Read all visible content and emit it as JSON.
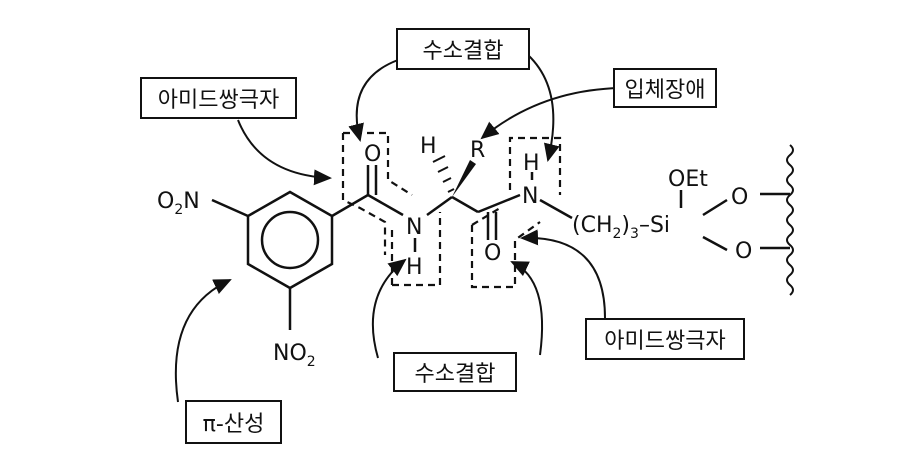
{
  "labels": {
    "hbond_top": "수소결합",
    "amide_dipole_left": "아미드쌍극자",
    "steric_hindrance": "입체장애",
    "amide_dipole_right": "아미드쌍극자",
    "hbond_bottom": "수소결합",
    "pi_acidity": "π-산성"
  },
  "atoms": {
    "o2n": "O",
    "o2n_sub": "2",
    "o2n_n": "N",
    "no2_n": "NO",
    "no2_sub": "2",
    "carbonyl_o1": "O",
    "amide_n1": "N",
    "amide_h1": "H",
    "alpha_h": "H",
    "alpha_r": "R",
    "carbonyl_o2": "O",
    "amide_n2": "N",
    "amide_h2": "H",
    "chain_open": "(CH",
    "chain_sub2": "2",
    "chain_close": ")",
    "chain_sub3": "3",
    "silicon": "–Si",
    "ethoxy": "OEt",
    "surface_o1": "O",
    "surface_o2": "O"
  }
}
